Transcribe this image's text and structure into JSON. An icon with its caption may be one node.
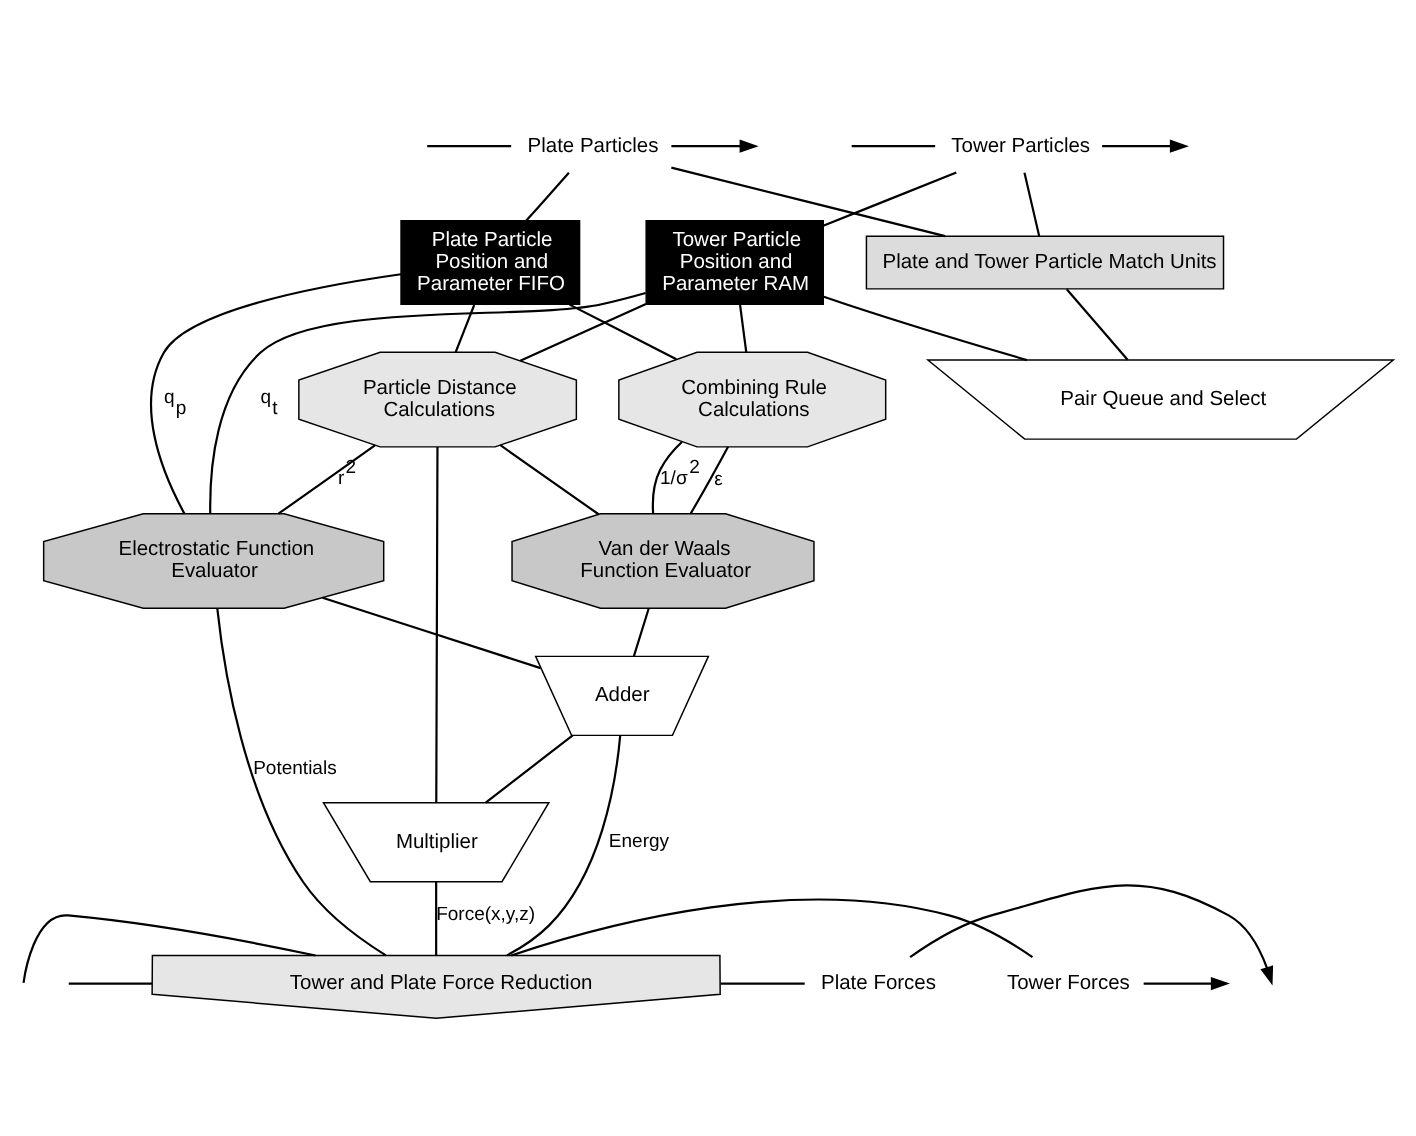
{
  "diagram": {
    "nodes": [
      {
        "text": [
          "Tower Particles"
        ]
      },
      {
        "text": [
          "Plate Particles"
        ]
      },
      {
        "text": [
          "Plate Particle Position and Parameter FIFO"
        ]
      },
      {
        "text": [
          "Tower Particle Position and Parameter RAM"
        ]
      },
      {
        "text": [
          "Plate and Tower Particle Match Units"
        ]
      },
      {
        "text": [
          "Pair Queue and Select"
        ]
      },
      {
        "text": [
          "Particle Distance Calculations"
        ]
      },
      {
        "text": [
          "Combining Rule Calculations"
        ]
      },
      {
        "text": [
          "Electrostatic Function Evaluator"
        ]
      },
      {
        "text": [
          "Van der Waals Function Evaluator"
        ]
      },
      {
        "text": [
          "Adder"
        ]
      },
      {
        "text": [
          "Multiplier"
        ]
      },
      {
        "text": [
          "Tower and Plate Force Reduction"
        ]
      },
      {
        "text": [
          "Tower Forces"
        ]
      },
      {
        "text": [
          "Plate Forces"
        ]
      }
    ],
    "edges": [
      {
        "from": null,
        "to": 0,
        "arrow": "none"
      },
      {
        "from": 0,
        "to": null,
        "arrow": "to"
      },
      {
        "from": null,
        "to": 1,
        "arrow": "none"
      },
      {
        "from": 1,
        "to": null,
        "arrow": "to"
      },
      {
        "from": 1,
        "to": 2,
        "arrow": "none"
      },
      {
        "from": 0,
        "to": 3,
        "arrow": "none"
      },
      {
        "from": 0,
        "to": 4,
        "arrow": "none"
      },
      {
        "from": 1,
        "to": 4,
        "arrow": "none"
      },
      {
        "from": 4,
        "to": 5,
        "arrow": "none"
      },
      {
        "from": 5,
        "to": 3,
        "arrow": "none"
      },
      {
        "from": 2,
        "to": 6,
        "arrow": "none"
      },
      {
        "from": 3,
        "to": 6,
        "arrow": "none"
      },
      {
        "from": 2,
        "to": 7,
        "arrow": "none"
      },
      {
        "from": 3,
        "to": 7,
        "arrow": "none"
      },
      {
        "from": 2,
        "to": 8,
        "label": "q$_{p}$",
        "arrow": "none"
      },
      {
        "from": 3,
        "to": 8,
        "label": "q$_{t}$",
        "arrow": "none"
      },
      {
        "from": 6,
        "to": 8,
        "label": "r$^{2}$",
        "arrow": "none"
      },
      {
        "from": 6,
        "to": 9,
        "arrow": "none"
      },
      {
        "from": 7,
        "to": 9,
        "label": "1/σ$^{2}$",
        "arrow": "none"
      },
      {
        "from": 7,
        "to": 9,
        "label": "ε",
        "arrow": "none"
      },
      {
        "from": 8,
        "to": 10,
        "arrow": "none"
      },
      {
        "from": 9,
        "to": 10,
        "arrow": "none"
      },
      {
        "from": 6,
        "to": 11,
        "arrow": "none"
      },
      {
        "from": 10,
        "to": 11,
        "arrow": "none"
      },
      {
        "from": 11,
        "to": 12,
        "label": "Force(x,y,z)",
        "arrow": "none"
      },
      {
        "from": 8,
        "to": 12,
        "label": "Potentials",
        "arrow": "none"
      },
      {
        "from": 10,
        "to": 12,
        "label": "Energy",
        "arrow": "none"
      },
      {
        "from": null,
        "to": 12,
        "arrow": "none"
      },
      {
        "from": null,
        "to": 12,
        "arrow": "none"
      },
      {
        "from": 12,
        "to": 13,
        "arrow": "none"
      },
      {
        "from": 13,
        "to": null,
        "arrow": "to"
      },
      {
        "from": 12,
        "to": 14,
        "arrow": "none"
      },
      {
        "from": 14,
        "to": null,
        "arrow": "to"
      }
    ]
  }
}
